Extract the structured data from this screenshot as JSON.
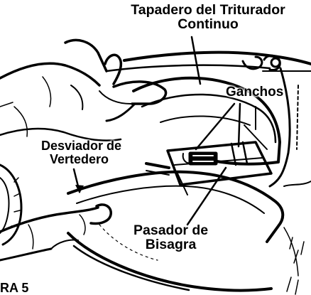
{
  "labels": {
    "tapadero": [
      "Tapadero del Triturador",
      "Continuo"
    ],
    "ganchos": "Ganchos",
    "desviador": [
      "Desviador de",
      "Vertedero"
    ],
    "pasador": [
      "Pasador de",
      "Bisagra"
    ],
    "figure": "RA 5"
  },
  "colors": {
    "ink": "#000000",
    "paper": "#ffffff"
  }
}
